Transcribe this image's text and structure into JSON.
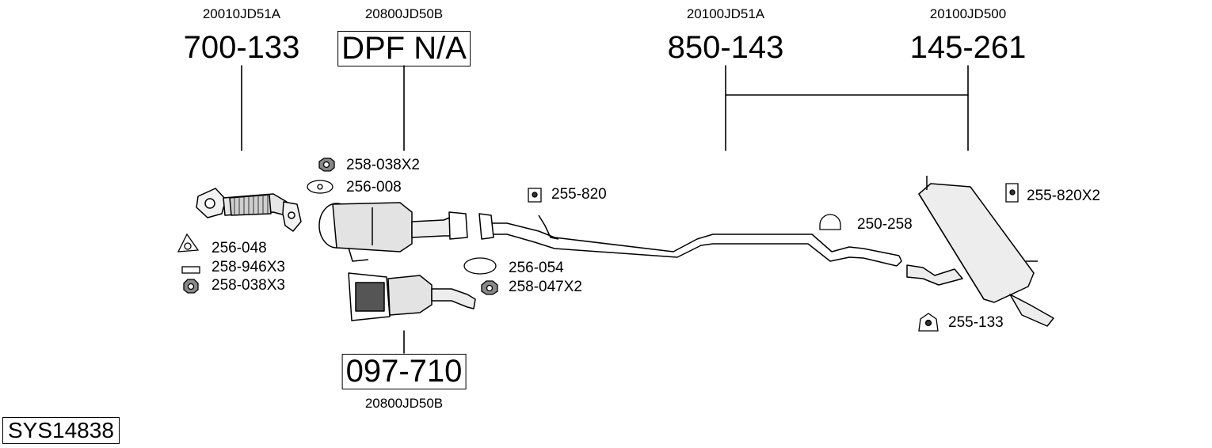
{
  "system_id": "SYS14838",
  "groups": [
    {
      "oem": "20010JD51A",
      "part": "700-133",
      "boxed": false
    },
    {
      "oem": "20800JD50B",
      "part": "DPF N/A",
      "boxed": true
    },
    {
      "oem": "20100JD51A",
      "part": "850-143",
      "boxed": false
    },
    {
      "oem": "20100JD500",
      "part": "145-261",
      "boxed": false
    },
    {
      "oem": "20800JD50B",
      "part": "097-710",
      "boxed": true
    }
  ],
  "accessories": [
    {
      "label": "258-038X2",
      "icon": "nut-icon"
    },
    {
      "label": "256-008",
      "icon": "gasket-oval-icon"
    },
    {
      "label": "256-048",
      "icon": "gasket-triangle-icon"
    },
    {
      "label": "258-946X3",
      "icon": "bolt-icon"
    },
    {
      "label": "258-038X3",
      "icon": "nut-icon"
    },
    {
      "label": "255-820",
      "icon": "rubber-hanger-icon"
    },
    {
      "label": "256-054",
      "icon": "gasket-oval-icon"
    },
    {
      "label": "258-047X2",
      "icon": "nut-icon"
    },
    {
      "label": "250-258",
      "icon": "clamp-icon"
    },
    {
      "label": "255-820X2",
      "icon": "rubber-hanger-icon"
    },
    {
      "label": "255-133",
      "icon": "rubber-mount-icon"
    }
  ]
}
